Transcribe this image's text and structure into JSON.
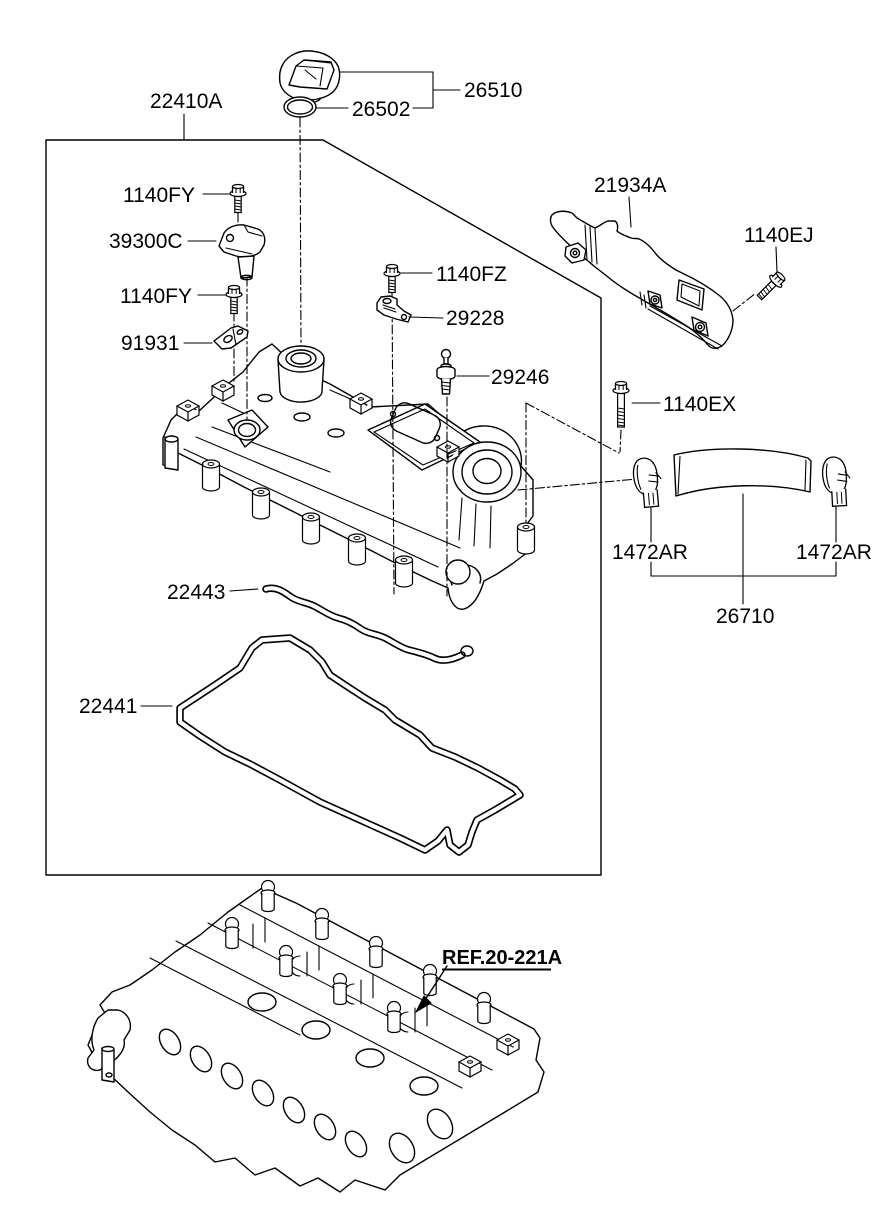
{
  "diagram": {
    "background": "#ffffff",
    "line_color": "#000000",
    "text_color": "#000000"
  },
  "parts": {
    "rocker_cover_assembly": {
      "code": "22410A"
    },
    "oil_filler_cap": {
      "code": "26510"
    },
    "oil_filler_cap_packing": {
      "code": "26502"
    },
    "bolt_fy_upper": {
      "code": "1140FY"
    },
    "camshaft_position_sensor": {
      "code": "39300C"
    },
    "bolt_fy_lower": {
      "code": "1140FY"
    },
    "bracket_91931": {
      "code": "91931"
    },
    "bolt_fz": {
      "code": "1140FZ"
    },
    "bracket_29228": {
      "code": "29228"
    },
    "valve_29246": {
      "code": "29246"
    },
    "heat_protector": {
      "code": "21934A"
    },
    "bolt_ej": {
      "code": "1140EJ"
    },
    "bolt_ex": {
      "code": "1140EX"
    },
    "hose_clamp_left": {
      "code": "1472AR"
    },
    "hose_clamp_right": {
      "code": "1472AR"
    },
    "ventilation_hose": {
      "code": "26710"
    },
    "gasket_center": {
      "code": "22443"
    },
    "gasket_main": {
      "code": "22441"
    },
    "cylinder_head_reference": {
      "code": "REF.20-221A"
    }
  }
}
